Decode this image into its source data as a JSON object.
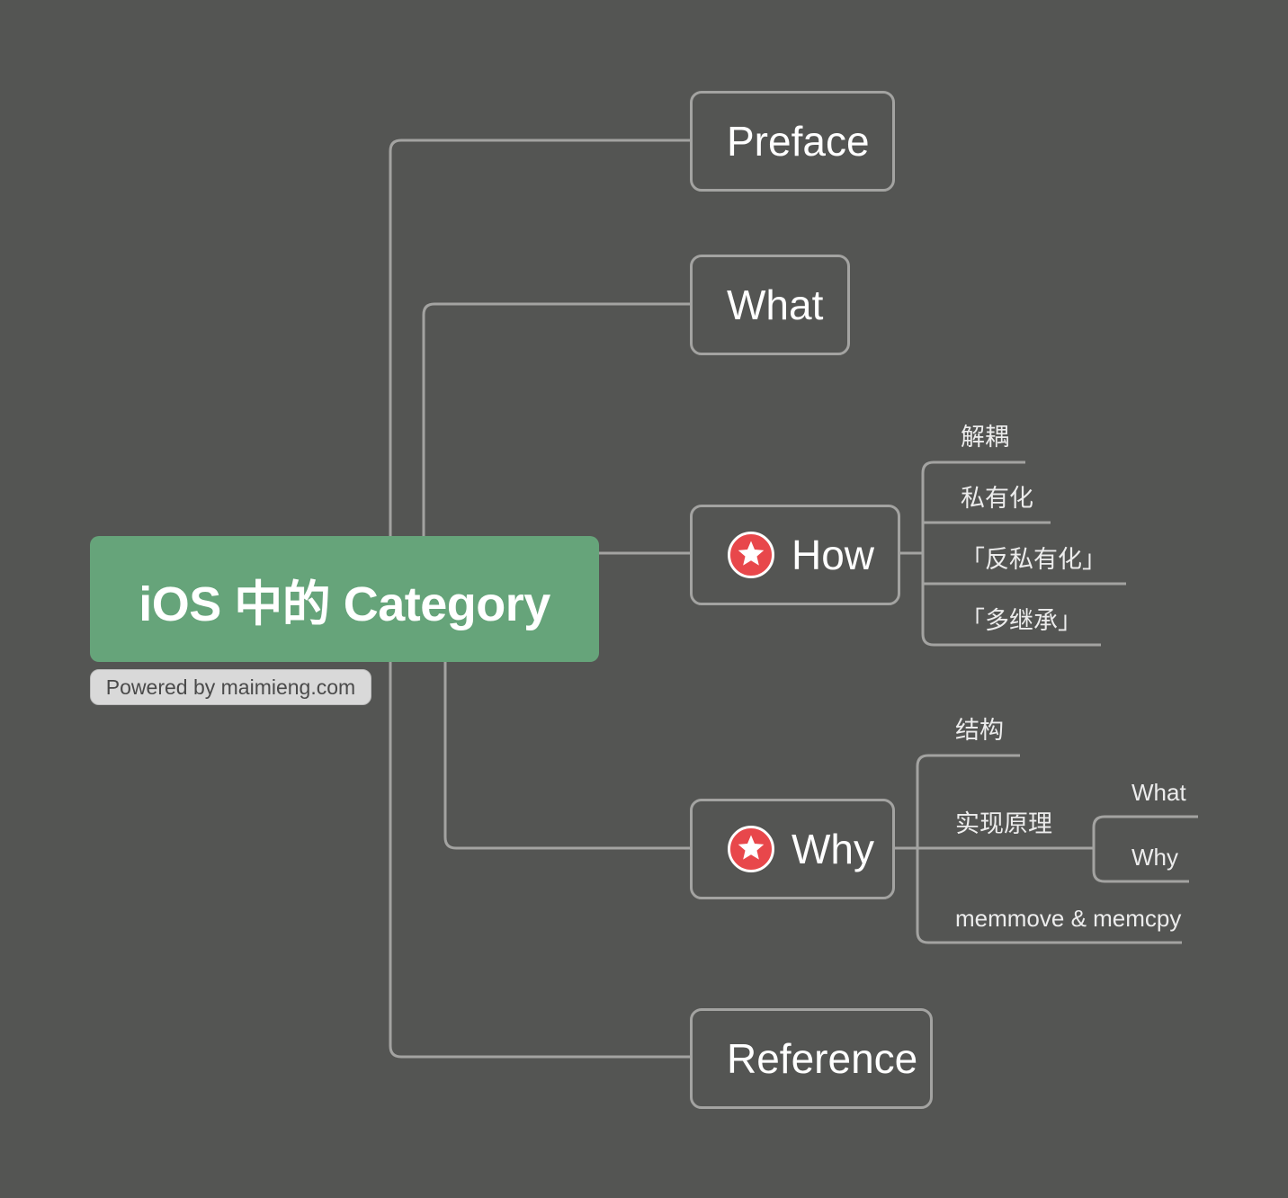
{
  "colors": {
    "background": "#545553",
    "root_fill": "#66a47a",
    "connector": "#a3a3a1",
    "star_badge": "#e8474b"
  },
  "root": {
    "title": "iOS 中的 Category"
  },
  "watermark": {
    "text": "Powered by maimieng.com"
  },
  "branches": {
    "preface": {
      "label": "Preface"
    },
    "what": {
      "label": "What"
    },
    "how": {
      "label": "How",
      "icon": "star-badge-icon",
      "children": [
        "解耦",
        "私有化",
        "「反私有化」",
        "「多继承」"
      ]
    },
    "why": {
      "label": "Why",
      "icon": "star-badge-icon",
      "children": {
        "structure": "结构",
        "principle": "实现原理",
        "principle_children": [
          "What",
          "Why"
        ],
        "memmove": "memmove & memcpy"
      }
    },
    "reference": {
      "label": "Reference"
    }
  }
}
